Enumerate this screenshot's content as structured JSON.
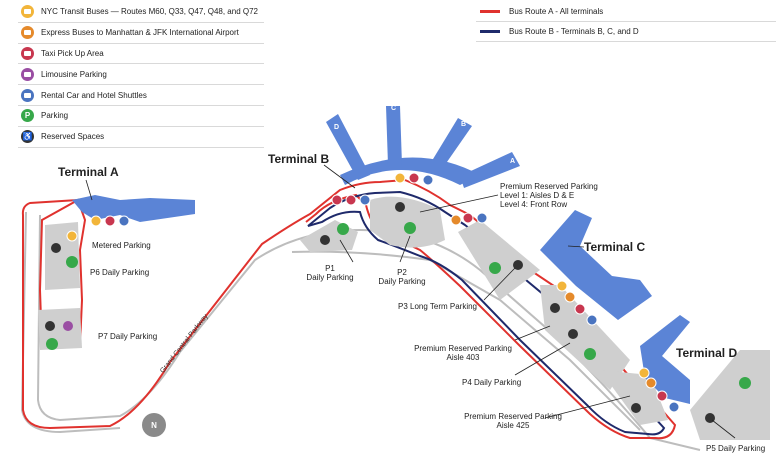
{
  "legend": {
    "items": [
      {
        "label": "NYC Transit Buses — Routes M60, Q33, Q47, Q48, and Q72",
        "color": "#f2b53a"
      },
      {
        "label": "Express Buses to Manhattan & JFK International Airport",
        "color": "#e58a2b"
      },
      {
        "label": "Taxi Pick Up Area",
        "color": "#c8374f"
      },
      {
        "label": "Limousine Parking",
        "color": "#9a4ea3"
      },
      {
        "label": "Rental Car and Hotel Shuttles",
        "color": "#4a74c0"
      },
      {
        "label": "Parking",
        "color": "#37a84a",
        "glyph": "P"
      },
      {
        "label": "Reserved Spaces",
        "color": "#333333",
        "glyph": "♿"
      }
    ]
  },
  "routes": {
    "a": {
      "label": "Bus Route A - All terminals",
      "color": "#e0322e"
    },
    "b": {
      "label": "Bus Route B - Terminals B, C, and D",
      "color": "#1f2a6b"
    }
  },
  "terminals": {
    "a": "Terminal A",
    "b": "Terminal B",
    "c": "Terminal C",
    "d": "Terminal D",
    "piers": [
      "A",
      "B",
      "C",
      "D"
    ]
  },
  "parking_labels": {
    "metered": "Metered Parking",
    "p6": "P6 Daily Parking",
    "p7": "P7 Daily Parking",
    "p1_line1": "P1",
    "p1_line2": "Daily Parking",
    "p2_line1": "P2",
    "p2_line2": "Daily Parking",
    "p3": "P3 Long Term Parking",
    "premium_top_line1": "Premium Reserved Parking",
    "premium_top_line2": "Level 1:  Aisles D & E",
    "premium_top_line3": "Level 4: Front Row",
    "premium403_line1": "Premium Reserved Parking",
    "premium403_line2": "Aisle 403",
    "p4": "P4 Daily Parking",
    "premium425_line1": "Premium Reserved Parking",
    "premium425_line2": "Aisle 425",
    "p5": "P5 Daily Parking"
  },
  "road": "Grand Central Parkway",
  "north": "N",
  "colors": {
    "terminal": "#5b84d6",
    "lot": "#cfcfcf",
    "road": "#bdbdbd",
    "parking": "#37a84a"
  }
}
